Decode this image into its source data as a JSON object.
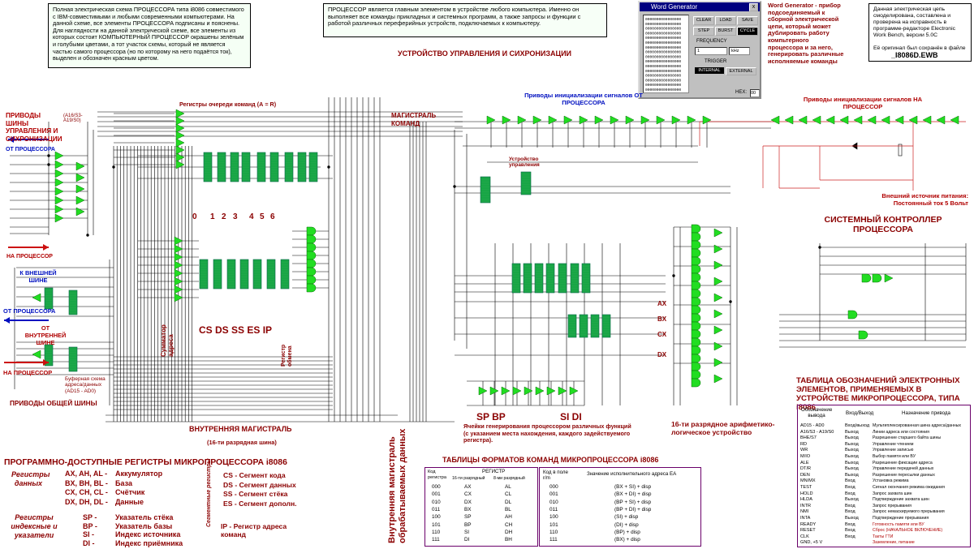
{
  "intro_box": {
    "text": "Полная электрическая схема ПРОЦЕССОРА типа i8086 совместимого с IBM-совместимыми и любыми современными компьютерами. На данной схеме, все элементы ПРОЦЕССОРА подписаны и пояснены. Для наглядности на данной электрической схеме, все элементы из которых состоит КОМПЬЮТЕРНЫЙ ПРОЦЕССОР окрашены зелёным и голубыми цветами, а тот участок схемы, который не является частью самого процессора (но по которому на него подаётся ток), выделен и обозначен красным цветом."
  },
  "processor_box": {
    "text": "ПРОЦЕССОР является главным элементом в устройстве любого компьютера. Именно он выполняет все команды прикладных и системных программ, а также запросы и функции с работой различных переферийных устройств, подключаемых к компьютеру."
  },
  "word_generator": {
    "title": "Word Generator",
    "close": "x",
    "buttons": [
      "CLEAR",
      "LOAD",
      "SAVE",
      "STEP",
      "BURST",
      "CYCLE"
    ],
    "frequency_label": "FREQUENCY",
    "frequency_value": "1",
    "frequency_unit": "kHz",
    "trigger_label": "TRIGGER",
    "internal": "INTERNAL",
    "external": "EXTERNAL",
    "hex_label": "HEX:",
    "hex_value": "00"
  },
  "wg_note": "Word Generator - прибор подсоединяемый к сборной электрической цепи, который может дублировать работу компьтерного процессора и за него, генерировать различные исполняемые команды",
  "info_box": {
    "text": "Данная электрическая цепь смоделирована, составлена и проверена на исправность в программе-редакторе Electronic Work Bench, версии 5.0С",
    "file_text": "Её оригинал был сохранён в файле",
    "file_name": "_I8086D.EWB"
  },
  "labels": {
    "control_unit": "УСТРОЙСТВО УПРАВЛЕНИЯ И СИХРОНИЗАЦИИ",
    "bus_drivers": "ПРИВОДЫ ШИНЫ УПРАВЛЕНИЯ И СИХРОНИЗАЦИИ",
    "bus_drivers_note": "(A16/S3-A19/S0)",
    "from_cpu": "ОТ ПРОЦЕССОРА",
    "to_cpu": "НА ПРОЦЕССОР",
    "to_ext_bus": "К ВНЕШНЕЙ ШИНЕ",
    "from_cpu2": "ОТ ПРОЦЕССОРА",
    "from_int_bus": "ОТ ВНУТРЕННЕЙ ШИНЕ",
    "to_cpu2": "НА ПРОЦЕССОР",
    "common_bus": "ПРИВОДЫ ОБЩЕЙ ШИНЫ",
    "buffer_scheme": "Буферная схема адреса/данных (AD15 - AD0)",
    "queue_regs": "Регистры очереди команд  (А = R)",
    "queue_nums": [
      "0",
      "1",
      "2",
      "3",
      "4",
      "5",
      "6"
    ],
    "adder": "Сумматор адреса",
    "segment_regs": "CS  DS  SS  ES  IP",
    "exchange_reg": "Регистр обмена",
    "internal_bus": "ВНУТРЕННЯЯ МАГИСТРАЛЬ",
    "internal_bus_note": "(16-ти разрядная шина)",
    "cmd_bus": "МАГИСТРАЛЬ КОМАНД",
    "control_device": "Устройство управления",
    "init_from_cpu": "Приводы инициализации сигналов ОТ ПРОЦЕССОРА",
    "init_to_cpu": "Приводы инициализации сигналов НА ПРОЦЕССОР",
    "ext_power": "Внешний источник питания: Постоянный ток 5 Вольт",
    "sys_controller": "СИСТЕМНЫЙ КОНТРОЛЛЕР ПРОЦЕССОРА",
    "reg_ax": "AX",
    "reg_bx": "BX",
    "reg_cx": "CX",
    "reg_dx": "DX",
    "sp_bp": "SP   BP",
    "si_di": "SI     DI",
    "gen_cells": "Ячейки генерирования процессором различных функций (с указанием места нахождения, каждого задействуемого регистра).",
    "alu": "16-ти разрядное арифметико-логическое устройство",
    "internal_data_bus": "Внутренняя магистраль обрабатываемых данных",
    "prog_regs_title": "ПРОГРАММНО-ДОСТУПНЫЕ  РЕГИСТРЫ  МИКРОПРОЦЕССОРА  i8086",
    "data_regs": "Регистры данных",
    "index_regs": "Регистры индексные и указатели",
    "segment_regs_vert": "Сегментные регистры",
    "formats_title": "ТАБЛИЦЫ ФОРМАТОВ КОМАНД МИКРОПРОЦЕССОРА i8086",
    "designations_title": "ТАБЛИЦА ОБОЗНАЧЕНИЙ ЭЛЕКТРОННЫХ ЭЛЕМЕНТОВ, ПРИМЕНЯЕМЫХ В УСТРОЙСТВЕ МИКРОПРОЦЕССОРА, ТИПА i8086"
  },
  "prog_regs": {
    "data": [
      {
        "regs": "AX,  AH,  AL  -",
        "name": "Аккумулятор"
      },
      {
        "regs": "BX,  BH,  BL  -",
        "name": "База"
      },
      {
        "regs": "CX,  CH,  CL  -",
        "name": "Счётчик"
      },
      {
        "regs": "DX,  DH,  DL  -",
        "name": "Данные"
      }
    ],
    "index": [
      {
        "regs": "SP -",
        "name": "Указатель стёка"
      },
      {
        "regs": "BP -",
        "name": "Указатель базы"
      },
      {
        "regs": "SI  -",
        "name": "Индекс источника"
      },
      {
        "regs": "DI  -",
        "name": "Индекс приёмника"
      }
    ],
    "segment": [
      "CS - Сегмент кода",
      "DS - Сегмент данных",
      "SS - Сегмент стёка",
      "ES - Сегмент дополн."
    ],
    "ip": "IP - Регистр адреса команд"
  },
  "formats_table": {
    "headers": {
      "code": "Код регистра",
      "register": "РЕГИСТР",
      "r16": "16-ти разрядный",
      "r8": "8-ми разрядный",
      "rm": "Код в поле r/m",
      "ea": "Значение исполнительного адреса ЕА"
    },
    "rows": [
      {
        "code": "000",
        "r16": "AX",
        "r8": "AL",
        "rm": "000",
        "ea": "(BX + SI) + disp"
      },
      {
        "code": "001",
        "r16": "CX",
        "r8": "CL",
        "rm": "001",
        "ea": "(BX + DI) + disp"
      },
      {
        "code": "010",
        "r16": "DX",
        "r8": "DL",
        "rm": "010",
        "ea": "(BP + SI) + disp"
      },
      {
        "code": "011",
        "r16": "BX",
        "r8": "BL",
        "rm": "011",
        "ea": "(BP + DI) + disp"
      },
      {
        "code": "100",
        "r16": "SP",
        "r8": "AH",
        "rm": "100",
        "ea": "(SI) + disp"
      },
      {
        "code": "101",
        "r16": "BP",
        "r8": "CH",
        "rm": "101",
        "ea": "(DI) + disp"
      },
      {
        "code": "110",
        "r16": "SI",
        "r8": "DH",
        "rm": "110",
        "ea": "(BP) + disp"
      },
      {
        "code": "111",
        "r16": "DI",
        "r8": "BH",
        "rm": "111",
        "ea": "(BX) + disp"
      }
    ]
  },
  "designations_table": {
    "headers": {
      "name": "Обозначение вывода",
      "dir": "Вход/Выход",
      "purpose": "Назначение привода"
    },
    "rows": [
      {
        "name": "AD15 - AD0",
        "dir": "Вход/выход",
        "purpose": "Мультиплексированная шина адреса/данных"
      },
      {
        "name": "A16/S3 - A19/S0",
        "dir": "Выход",
        "purpose": "Линии адреса или состояния"
      },
      {
        "name": "BHE/S7",
        "dir": "Выход",
        "purpose": "Разрешение старшего байта шины"
      },
      {
        "name": "RD",
        "dir": "Выход",
        "purpose": "Управление чтением"
      },
      {
        "name": "WR",
        "dir": "Выход",
        "purpose": "Управление записью"
      },
      {
        "name": "M/IO",
        "dir": "Выход",
        "purpose": "Выбор памяти или ВУ"
      },
      {
        "name": "ALE",
        "dir": "Выход",
        "purpose": "Разрешение фиксации адреса"
      },
      {
        "name": "DT/R",
        "dir": "Выход",
        "purpose": "Управление передачей данных"
      },
      {
        "name": "DEN",
        "dir": "Выход",
        "purpose": "Разрешение пересылки данных"
      },
      {
        "name": "MN/MX",
        "dir": "Вход",
        "purpose": "Установка режима"
      },
      {
        "name": "TEST",
        "dir": "Вход",
        "purpose": "Сигнал окончания режима ожидания"
      },
      {
        "name": "HOLD",
        "dir": "Вход",
        "purpose": "Запрос захвата шин"
      },
      {
        "name": "HLDA",
        "dir": "Выход",
        "purpose": "Подтверждение захвата шин"
      },
      {
        "name": "INTR",
        "dir": "Вход",
        "purpose": "Запрос прерывания"
      },
      {
        "name": "NMI",
        "dir": "Вход",
        "purpose": "Запрос немаскируемого прерывания"
      },
      {
        "name": "INTA",
        "dir": "Выход",
        "purpose": "Подтверждение прерывания"
      },
      {
        "name": "READY",
        "dir": "Вход",
        "purpose": "Готовность памяти или ВУ"
      },
      {
        "name": "RESET",
        "dir": "Вход",
        "purpose": "Сброс (НАЧАЛЬНОЕ ВКЛЮЧЕНИЕ)"
      },
      {
        "name": "CLK",
        "dir": "Вход",
        "purpose": "Такты ГТИ"
      },
      {
        "name": "GND, +5 V",
        "dir": "",
        "purpose": "Заземление, питание"
      }
    ]
  },
  "colors": {
    "wire": "#000000",
    "gate": "#22dd22",
    "register": "#1fa64a",
    "power_wire": "#cc2222",
    "title_red": "#b00000",
    "title_blue": "#0010c0",
    "table_border": "#6a006a"
  }
}
